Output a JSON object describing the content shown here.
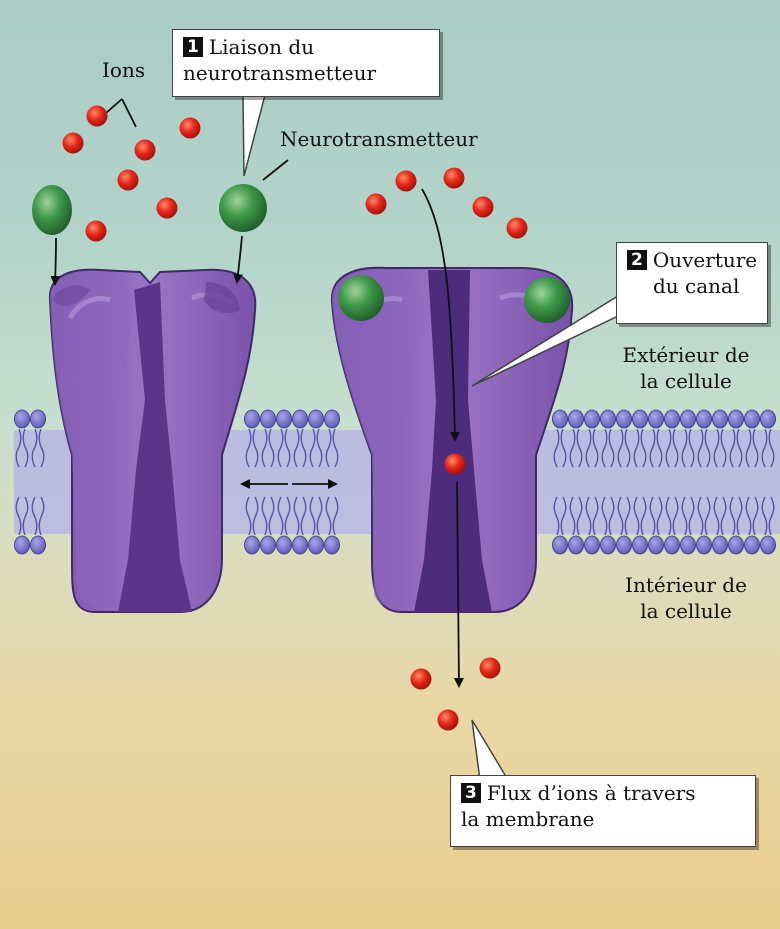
{
  "labels": {
    "ions": "Ions",
    "neurotransmitter": "Neurotransmetteur",
    "exterior_line1": "Extérieur de",
    "exterior_line2": "la cellule",
    "interior_line1": "Intérieur de",
    "interior_line2": "la cellule"
  },
  "callouts": [
    {
      "number": "1",
      "line1": "Liaison du",
      "line2": "neurotransmetteur"
    },
    {
      "number": "2",
      "line1": "Ouverture",
      "line2": "du canal"
    },
    {
      "number": "3",
      "line1": "Flux d’ions à travers",
      "line2": "la membrane"
    }
  ],
  "colors": {
    "ion": "#e3271a",
    "neurotransmitter": "#3f9a4a",
    "channel_protein": "#8b63ba",
    "phospholipid_head": "#6f6cc6"
  }
}
